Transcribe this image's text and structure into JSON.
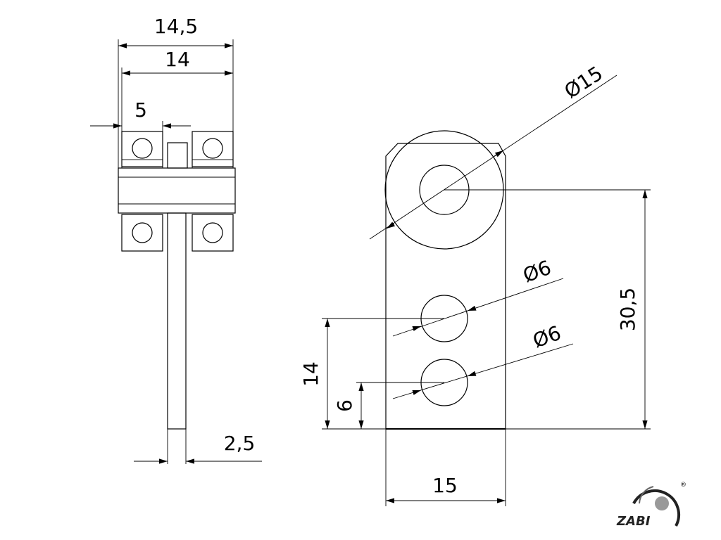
{
  "dimensions": {
    "side_view": {
      "outer_width": "14,5",
      "inner_width": "14",
      "bearing_offset": "5",
      "pin_diameter": "2,5"
    },
    "front_view": {
      "big_hole": "Ø15",
      "small_hole_upper": "Ø6",
      "small_hole_lower": "Ø6",
      "total_height": "30,5",
      "upper_hole_height": "14",
      "lower_hole_height": "6",
      "plate_width": "15"
    }
  },
  "logo": {
    "text": "ZABI",
    "registered": "®"
  }
}
